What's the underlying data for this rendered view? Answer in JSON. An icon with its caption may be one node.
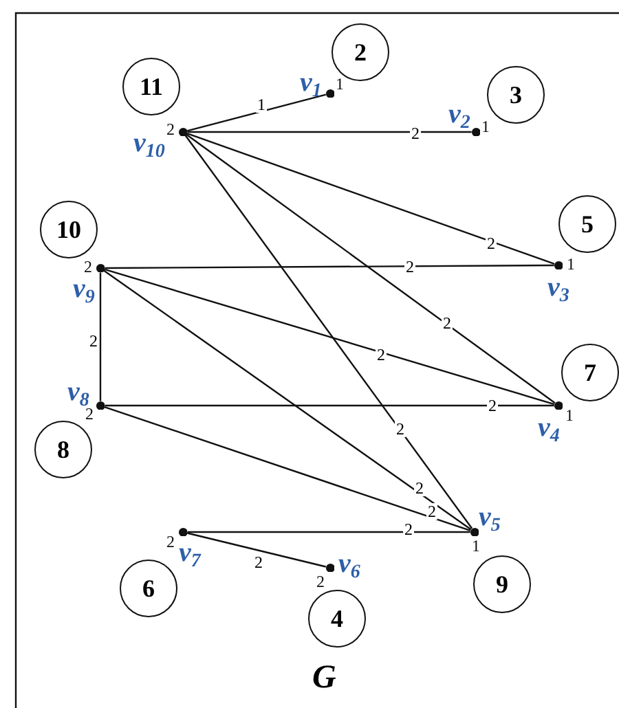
{
  "diagram": {
    "title": "G",
    "nodes": [
      {
        "text": [
          "v$_{1}$"
        ],
        "beside": [
          "1"
        ]
      },
      {
        "text": [
          "v$_{2}$"
        ],
        "beside": [
          "1"
        ]
      },
      {
        "text": [
          "v$_{3}$"
        ],
        "beside": [
          "1"
        ]
      },
      {
        "text": [
          "v$_{4}$"
        ],
        "beside": [
          "1"
        ]
      },
      {
        "text": [
          "v$_{5}$"
        ],
        "beside": [
          "1"
        ]
      },
      {
        "text": [
          "v$_{6}$"
        ],
        "beside": [
          "2"
        ]
      },
      {
        "text": [
          "v$_{7}$"
        ],
        "beside": [
          "2"
        ]
      },
      {
        "text": [
          "v$_{8}$"
        ],
        "beside": [
          "2"
        ]
      },
      {
        "text": [
          "v$_{9}$"
        ],
        "beside": [
          "2"
        ]
      },
      {
        "text": [
          "v$_{10}$"
        ],
        "beside": [
          "2"
        ]
      },
      {
        "text": [
          "2"
        ]
      },
      {
        "text": [
          "3"
        ]
      },
      {
        "text": [
          "11"
        ]
      },
      {
        "text": [
          "5"
        ]
      },
      {
        "text": [
          "10"
        ]
      },
      {
        "text": [
          "7"
        ]
      },
      {
        "text": [
          "8"
        ]
      },
      {
        "text": [
          "6"
        ]
      },
      {
        "text": [
          "4"
        ]
      },
      {
        "text": [
          "9"
        ]
      }
    ],
    "edges": [
      {
        "from": 9,
        "to": 0,
        "arrow": "none",
        "label": "1"
      },
      {
        "from": 9,
        "to": 1,
        "arrow": "none",
        "label": "2"
      },
      {
        "from": 9,
        "to": 2,
        "arrow": "none",
        "label": "2"
      },
      {
        "from": 9,
        "to": 3,
        "arrow": "none",
        "label": "2"
      },
      {
        "from": 9,
        "to": 4,
        "arrow": "none",
        "label": "2"
      },
      {
        "from": 8,
        "to": 2,
        "arrow": "none",
        "label": "2"
      },
      {
        "from": 8,
        "to": 3,
        "arrow": "none",
        "label": "2"
      },
      {
        "from": 8,
        "to": 7,
        "arrow": "none",
        "label": "2"
      },
      {
        "from": 8,
        "to": 4,
        "arrow": "none",
        "label": "2"
      },
      {
        "from": 7,
        "to": 3,
        "arrow": "none",
        "label": "2"
      },
      {
        "from": 7,
        "to": 4,
        "arrow": "none",
        "label": "2"
      },
      {
        "from": 6,
        "to": 4,
        "arrow": "none",
        "label": "2"
      },
      {
        "from": 6,
        "to": 5,
        "arrow": "none",
        "label": "2"
      }
    ]
  }
}
